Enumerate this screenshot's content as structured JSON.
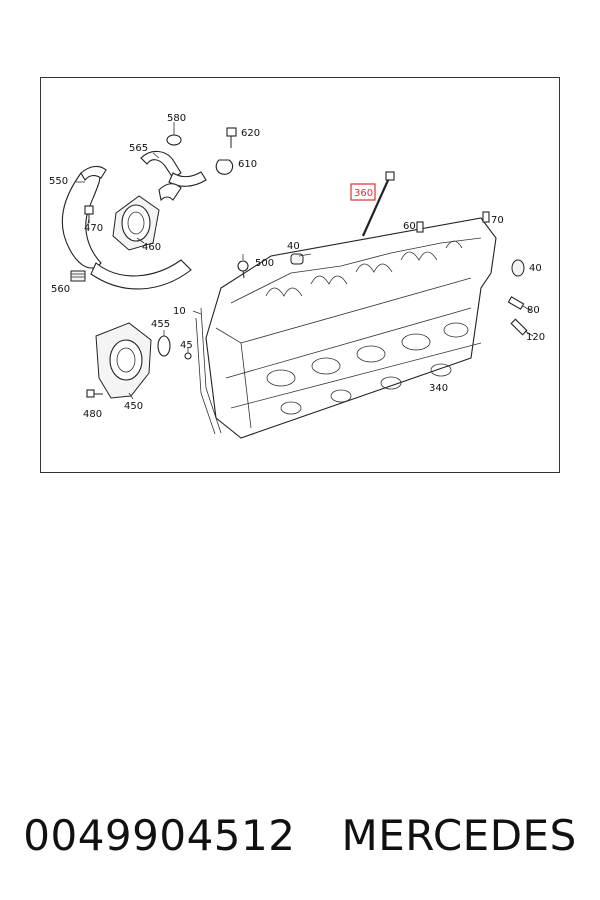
{
  "callouts": {
    "c580": "580",
    "c620": "620",
    "c565": "565",
    "c610": "610",
    "c550": "550",
    "c470": "470",
    "c460": "460",
    "c360": "360",
    "c60": "60",
    "c70": "70",
    "c40a": "40",
    "c500": "500",
    "c40b": "40",
    "c560": "560",
    "c10": "10",
    "c455": "455",
    "c80": "80",
    "c45": "45",
    "c120": "120",
    "c340": "340",
    "c480": "480",
    "c450": "450"
  },
  "highlight_color": "#e0303a",
  "caption": {
    "part_number": "0049904512",
    "brand": "MERCEDES"
  }
}
